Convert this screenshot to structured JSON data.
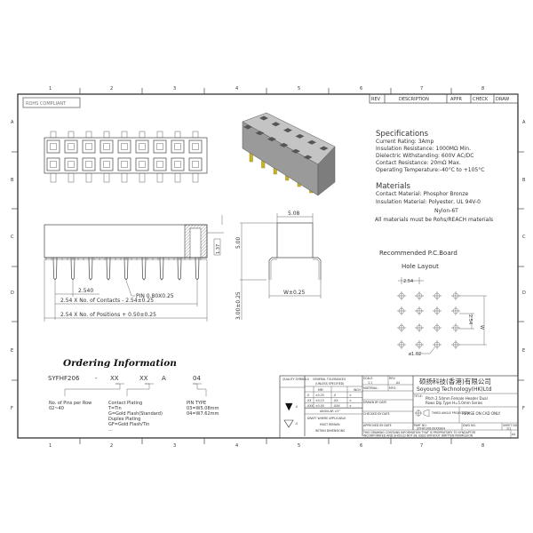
{
  "frame": {
    "columns": [
      "1",
      "2",
      "3",
      "4",
      "5",
      "6",
      "7",
      "8"
    ],
    "rows": [
      "A",
      "B",
      "C",
      "D",
      "E",
      "F"
    ]
  },
  "revision_header": [
    "REV",
    "DESCRIPTION",
    "APPR",
    "CHECK",
    "DRAW"
  ],
  "rohs": "ROHS COMPLIANT",
  "specifications": {
    "heading": "Specifications",
    "lines": [
      "Current Rating:   3Amp",
      "Insulation Resistance: 1000MΩ Min.",
      "Dielectric Withstanding:  600V AC/DC",
      "Contact Resistance:  20mΩ Max.",
      "Operating Temperature:-40°C to +105°C"
    ]
  },
  "materials": {
    "heading": "Materials",
    "lines": [
      "Contact Material: Phosphor Bronze",
      "Insulation Material: Polyester, UL 94V-0",
      "Nylon-6T",
      "All materials must be Rohs/REACH materials"
    ]
  },
  "dimensions": {
    "pitch": "2.540",
    "pin": "PIN 0.80X0.25",
    "contacts": "2.54 X No. of Contacts - 2.54±0.25",
    "positions": "2.54 X No. of Positions + 0.50±0.25",
    "height_detail": "1.37",
    "width": "5.08",
    "body_height": "5.00",
    "pin_length": "3.00±0.25",
    "row_spacing": "W±0.25"
  },
  "pcb": {
    "title1": "Recommended P.C.Board",
    "title2": "Hole Layout",
    "pitch_h": "2.54",
    "pitch_v": "2.54",
    "w": "W",
    "hole": "ø1.02"
  },
  "ordering": {
    "title": "Ordering Information",
    "code": [
      "SYFHF206",
      "-",
      "XX",
      "XX",
      "A",
      "04"
    ],
    "pins": [
      "No. of Pins per Row",
      "02~40"
    ],
    "plating": [
      "Contact Plating",
      "T=Tin",
      "G=Gold Flash(Standard)",
      "Duplex Plating",
      "GF=Gold Flash/Tin",
      "..."
    ],
    "pin_type": [
      "PIN TYPE",
      "03=W5.08mm",
      "04=W7.62mm"
    ]
  },
  "title_block": {
    "quality": "QUALITY SYMBOLS",
    "q1": "▼",
    "q1s": "-0",
    "q2s": "-0",
    "tolerances_title": "GENERAL TOLERANCES",
    "tolerances_sub": "(UNLESS SPECIFIED)",
    "mm": "MM",
    "inch": "INCH",
    "tol_rows": [
      [
        ".X",
        "±0.25",
        ".X",
        "±"
      ],
      [
        ".XX",
        "±0.15",
        ".XX",
        "±"
      ],
      [
        ".XXX",
        "±0.05",
        ".XXX",
        "±"
      ]
    ],
    "angular": "ANGULAR ±3°",
    "draft": "DRAFT WHERE APPLICABLE",
    "must": "MUST REMAIN",
    "within": "WITHIN DIMENSIONS",
    "scale_label": "SCALE:",
    "scale": "1:1",
    "rev_label": "REV:",
    "rev": "A4",
    "material": "MATERIAL:",
    "mfg": "MFG:",
    "drawn": "DRAWN BY   DATE",
    "checked": "CHECKED BY   DATE",
    "approved": "APPROVED BY   DATE",
    "company_cn": "硕扬科技(香港)有限公司",
    "company_en": "Soyoung Technology(HK)Ltd",
    "title_label": "TITLE:",
    "title1": "Pitch 2.54mm Female Header Dual",
    "title2": "Rows Dip Type H=5.0mm Series",
    "projection": "THIRD ANGLE PROJECTION",
    "revise": "REVISE ON CAD ONLY",
    "part_label": "PART NO.",
    "part": "SYFHF206-XXXXA04",
    "dwg_label": "DWG NO.",
    "sheet_label": "SHEET NO.",
    "sheet": "1/1",
    "notice1": "THIS DRAWING CONTAINS INFORMATION THAT IS PROPRIETARY TO SYNDAPTOR",
    "notice2": "INCORPORATED AND SHOULD NOT BE USED WITHOUT WRITTEN PERMISSION",
    "size": "A4"
  }
}
